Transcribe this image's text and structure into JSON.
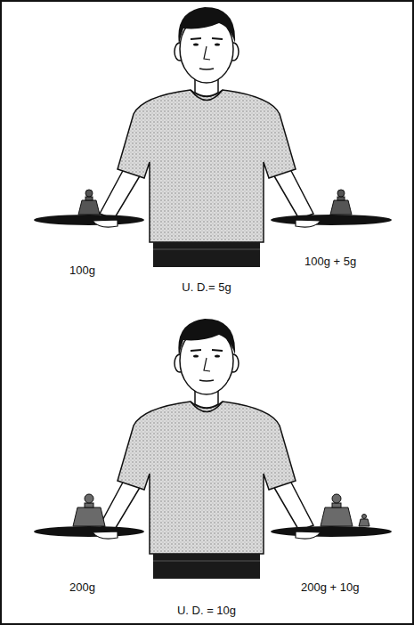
{
  "diagram": {
    "labels": [
      "100g",
      "100g + 5g",
      "U. D.= 5g",
      "200g",
      "200g + 10g",
      "U. D. = 10g"
    ]
  }
}
